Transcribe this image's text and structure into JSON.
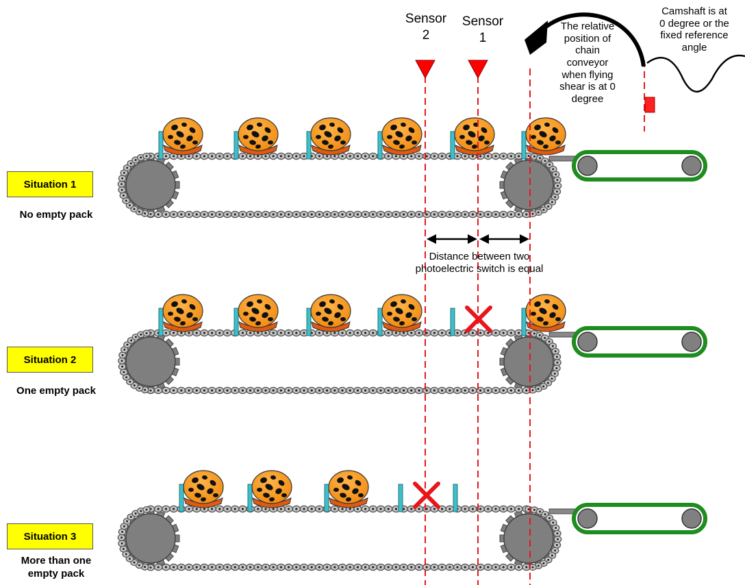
{
  "sensors": [
    {
      "name": "sensor-2",
      "label": "Sensor\n2"
    },
    {
      "name": "sensor-1",
      "label": "Sensor\n1"
    }
  ],
  "annotations": {
    "relative_position": "The relative\nposition of\nchain\nconveyor\nwhen flying\nshear is at 0\ndegree",
    "camshaft": "Camshaft is at\n0 degree or the\nfixed reference\nangle",
    "distance_note": "Distance between two\nphotoelectric switch is equal"
  },
  "situations": [
    {
      "label": "Situation 1",
      "description": "No empty pack",
      "slots": [
        "pack",
        "pack",
        "pack",
        "pack",
        "pack",
        "pack"
      ]
    },
    {
      "label": "Situation 2",
      "description": "One empty pack",
      "slots": [
        "pack",
        "pack",
        "pack",
        "pack",
        "empty-x",
        "pack"
      ]
    },
    {
      "label": "Situation 3",
      "description": "More than one\nempty pack",
      "slots": [
        "pack",
        "pack",
        "pack",
        "empty-x",
        "empty"
      ]
    }
  ],
  "colors": {
    "guide_line": "#e8161b",
    "sensor_marker": "#ff0000",
    "badge": "#ffff00",
    "pack": "#f7941d",
    "pack_shadow": "#e05a10",
    "pusher": "#3cc0cc",
    "chain": "#555555",
    "sprocket": "#7f7f7f",
    "belt": "#1e8c1e",
    "cross": "#e8161b"
  }
}
